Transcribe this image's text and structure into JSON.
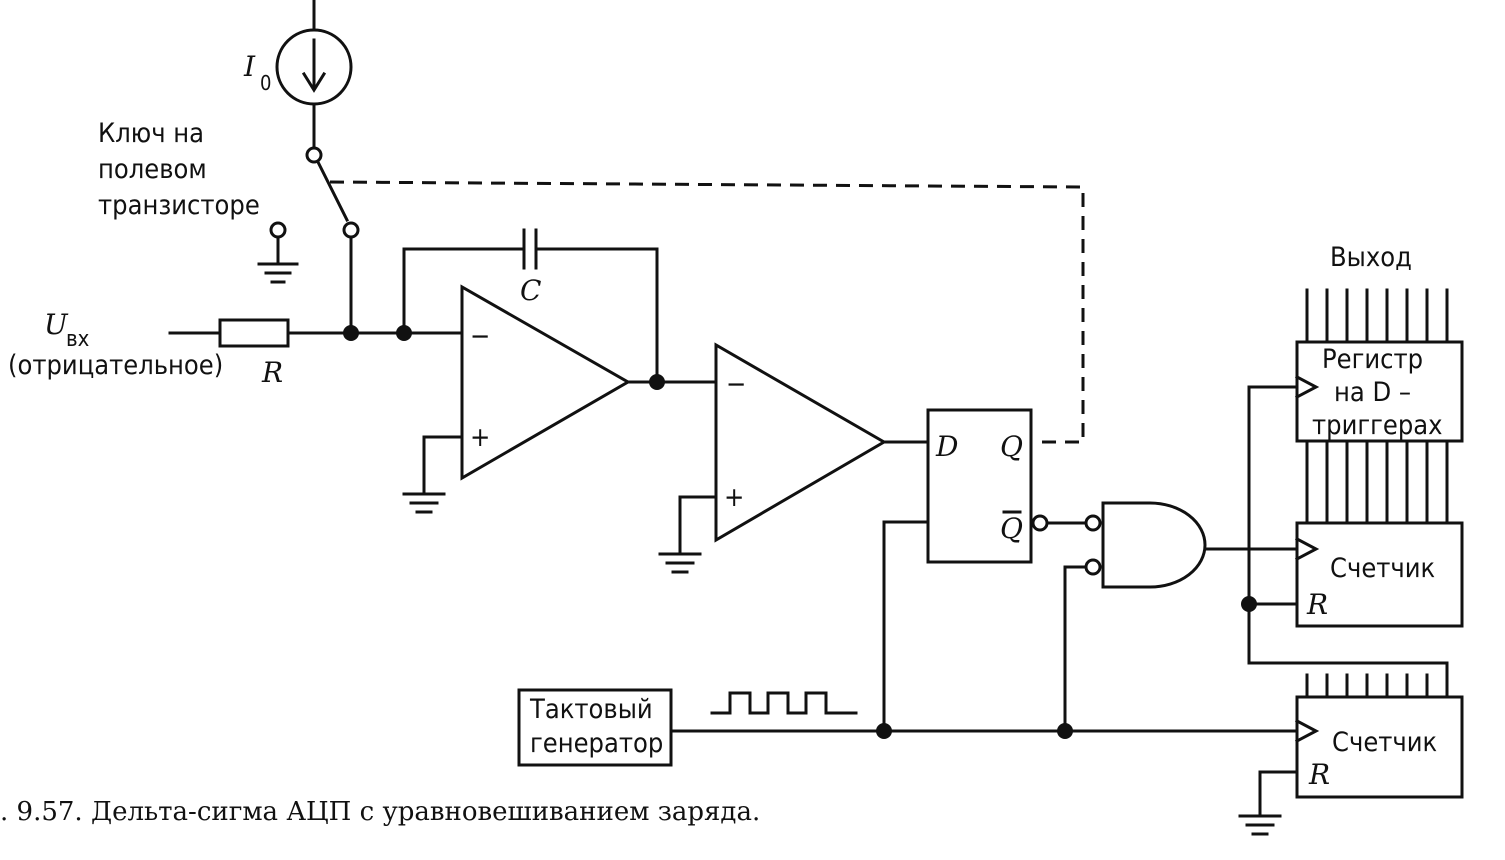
{
  "labels": {
    "current_source": "I",
    "current_source_sub": "0",
    "fet_switch": [
      "Ключ на",
      "полевом",
      "транзисторе"
    ],
    "input_voltage": "U",
    "input_voltage_sub": "вх",
    "input_polarity": "(отрицательное)",
    "resistor": "R",
    "capacitor": "C",
    "opamp_minus": "−",
    "opamp_plus": "+",
    "flipflop_d": "D",
    "flipflop_q": "Q",
    "flipflop_qbar": "Q",
    "output": "Выход",
    "register": [
      "Регистр",
      "на D –",
      "триггерах"
    ],
    "counter_top": "Счетчик",
    "counter_bottom": "Счетчик",
    "reset": "R",
    "clock_generator": [
      "Тактовый",
      "генератор"
    ]
  },
  "caption": ". 9.57. Дельта-сигма АЦП с уравновешиванием заряда."
}
